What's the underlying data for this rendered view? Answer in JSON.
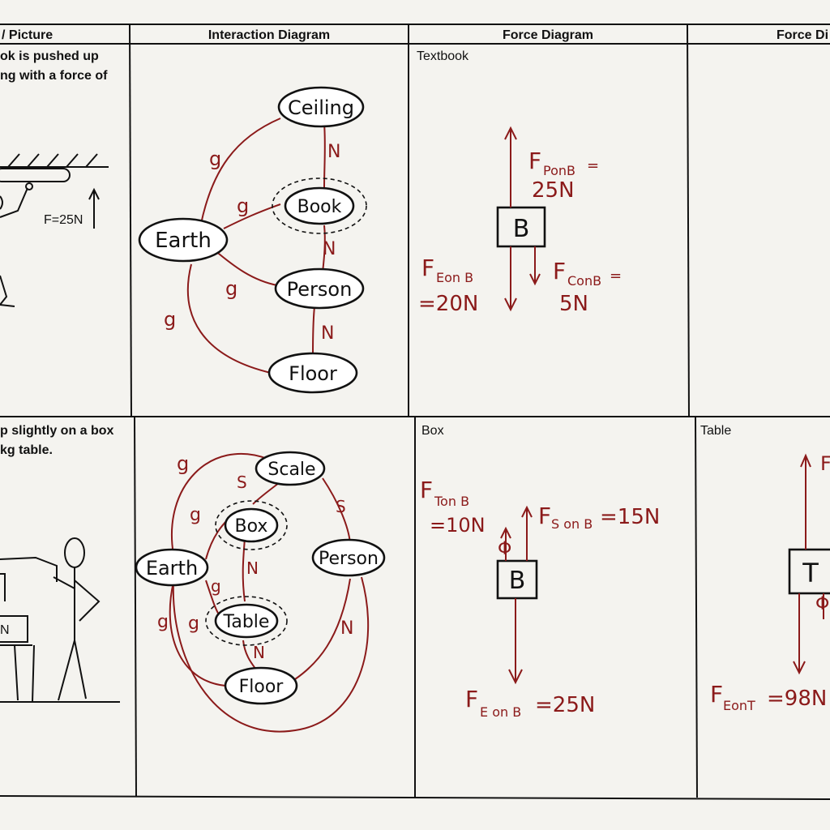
{
  "headers": {
    "picture": "/ Picture",
    "interaction": "Interaction Diagram",
    "force": "Force Diagram",
    "force_cut": "Force Di"
  },
  "row1": {
    "picture_text": [
      "ok is pushed up",
      "ng with a force of"
    ],
    "picture_force": "F=25N",
    "interaction": {
      "nodes": [
        "Ceiling",
        "Book",
        "Earth",
        "Person",
        "Floor"
      ],
      "edge_labels": [
        "g",
        "N",
        "g",
        "N",
        "g",
        "g",
        "N"
      ]
    },
    "force_title": "Textbook",
    "force_box": "B",
    "forces": {
      "person_name": "F",
      "person_sub": "PonB",
      "person_eq": "=",
      "person_val": "25N",
      "earth_name": "F",
      "earth_sub": "Eon B",
      "earth_val": "=20N",
      "ceiling_name": "F",
      "ceiling_sub": "ConB",
      "ceiling_eq": "=",
      "ceiling_val": "5N"
    }
  },
  "row2": {
    "picture_text": [
      "p slightly on a box",
      "kg table."
    ],
    "picture_label": "N",
    "interaction": {
      "nodes": [
        "Scale",
        "Box",
        "Earth",
        "Person",
        "Table",
        "Floor"
      ],
      "edge_labels": [
        "g",
        "S",
        "S",
        "g",
        "N",
        "g",
        "g",
        "g",
        "N",
        "N"
      ]
    },
    "force_title": "Box",
    "force_box": "B",
    "forces": {
      "table_name": "F",
      "table_sub": "Ton B",
      "table_val": "=10N",
      "scale_name": "F",
      "scale_sub": "S on B",
      "scale_val": "=15N",
      "phi": "Φ",
      "earth_name": "F",
      "earth_sub": "E on B",
      "earth_val": "=25N"
    },
    "force_title_2": "Table",
    "force_box_2": "T",
    "forces_2": {
      "top_label": "F",
      "phi": "Φ",
      "earth_name": "F",
      "earth_sub": "EonT",
      "earth_val": "=98N"
    }
  }
}
